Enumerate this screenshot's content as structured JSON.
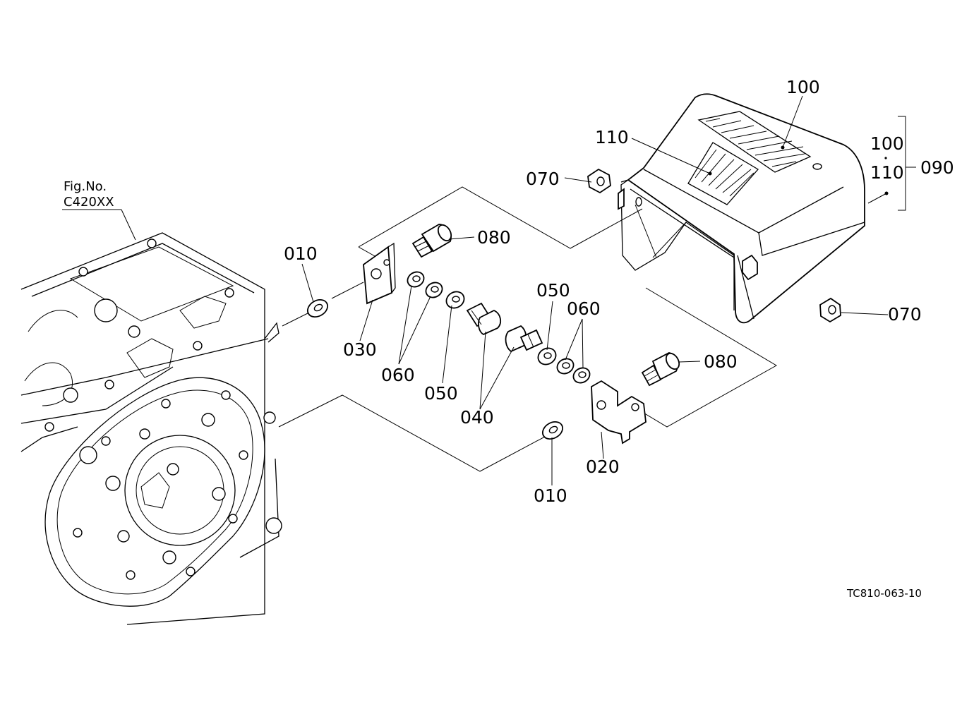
{
  "figure_reference": {
    "line1": "Fig.No.",
    "line2": "C420XX"
  },
  "callouts": {
    "c010_a": "010",
    "c010_b": "010",
    "c020": "020",
    "c030": "030",
    "c040": "040",
    "c050_a": "050",
    "c050_b": "050",
    "c060_a": "060",
    "c060_b": "060",
    "c070_a": "070",
    "c070_b": "070",
    "c080_a": "080",
    "c080_b": "080",
    "c100_a": "100",
    "c110_a": "110",
    "c100_b": "100",
    "c110_b": "110",
    "c090": "090"
  },
  "drawing_code": "TC810-063-10"
}
